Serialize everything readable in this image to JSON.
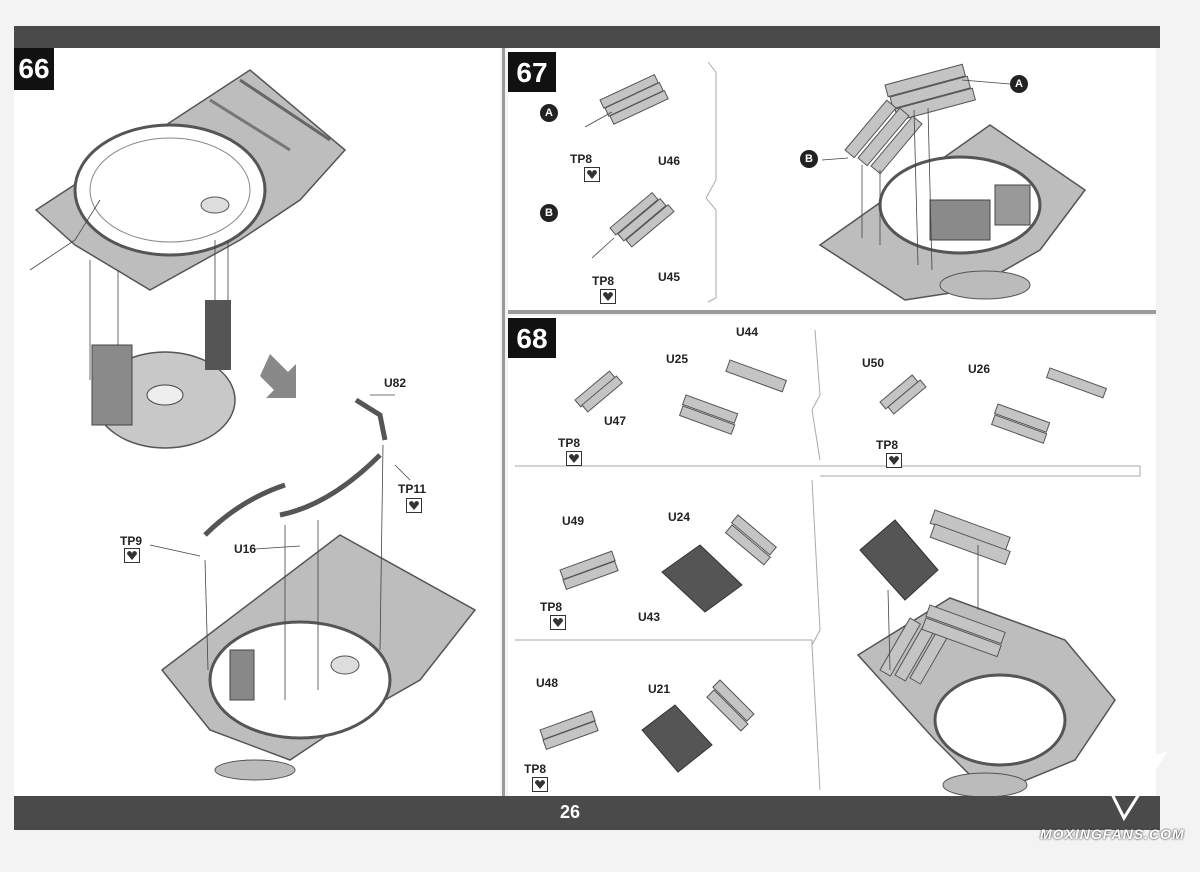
{
  "page_number": "26",
  "steps": {
    "s66": {
      "number": "66",
      "labels": {
        "u82": "U82",
        "tp11": "TP11",
        "tp9": "TP9",
        "u16": "U16"
      }
    },
    "s67": {
      "number": "67",
      "labels": {
        "a": "A",
        "b": "B",
        "tp8a": "TP8",
        "u46": "U46",
        "tp8b": "TP8",
        "u45": "U45",
        "a2": "A",
        "b2": "B"
      }
    },
    "s68": {
      "number": "68",
      "labels": {
        "u44": "U44",
        "u25": "U25",
        "u47": "U47",
        "tp8a": "TP8",
        "u50": "U50",
        "u26": "U26",
        "tp8b": "TP8",
        "u49": "U49",
        "u24": "U24",
        "tp8c": "TP8",
        "u43": "U43",
        "u48": "U48",
        "u21": "U21",
        "tp8d": "TP8"
      }
    }
  },
  "watermark": "MOXINGFANS.COM",
  "icons": {
    "glue": "glue-icon",
    "arrow": "arrow-down-right-icon",
    "logo": "paper-plane-logo-icon"
  }
}
